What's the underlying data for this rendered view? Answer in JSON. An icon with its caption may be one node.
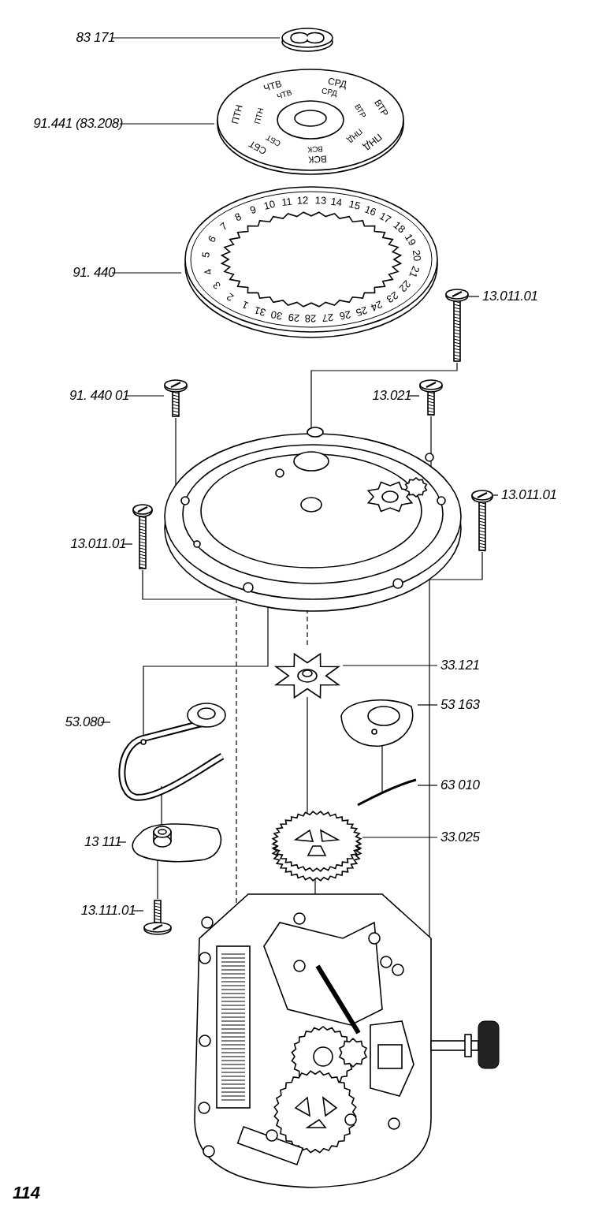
{
  "diagram": {
    "nodes": [
      {
        "text": [
          "83 171"
        ]
      },
      {
        "text": [],
        "shape": "picture"
      },
      {
        "text": [
          "91.441 (83.208)"
        ]
      },
      {
        "text": [
          "ЧТВ",
          "СРД",
          "ВТР",
          "ПНД",
          "ВСК",
          "СБТ",
          "ПТН",
          "ЧТВ",
          "СРД",
          "ВТР",
          "ПНД",
          "ВСК",
          "СБТ",
          "ПТН"
        ]
      },
      {
        "text": [
          "91. 440"
        ]
      },
      {
        "text": [
          "1",
          "2",
          "3",
          "4",
          "5",
          "6",
          "7",
          "8",
          "9",
          "10",
          "11",
          "12",
          "13",
          "14",
          "15",
          "16",
          "17",
          "18",
          "19",
          "20",
          "21",
          "22",
          "23",
          "24",
          "25",
          "26",
          "27",
          "28",
          "29",
          "30",
          "31"
        ]
      },
      {
        "text": [
          "13.011.01"
        ]
      },
      {
        "text": [],
        "shape": "picture"
      },
      {
        "text": [
          "91. 440 01"
        ]
      },
      {
        "text": [],
        "shape": "picture"
      },
      {
        "text": [
          "13.021"
        ]
      },
      {
        "text": [],
        "shape": "picture"
      },
      {
        "text": [],
        "shape": "picture"
      },
      {
        "text": [
          "13.011.01"
        ]
      },
      {
        "text": [],
        "shape": "picture"
      },
      {
        "text": [
          "13.011.01"
        ]
      },
      {
        "text": [],
        "shape": "picture"
      },
      {
        "text": [
          "33.121"
        ]
      },
      {
        "text": [],
        "shape": "picture"
      },
      {
        "text": [
          "53 163"
        ]
      },
      {
        "text": [],
        "shape": "picture"
      },
      {
        "text": [
          "53.080"
        ]
      },
      {
        "text": [],
        "shape": "picture"
      },
      {
        "text": [
          "63 010"
        ]
      },
      {
        "text": [],
        "shape": "picture"
      },
      {
        "text": [
          "13 111"
        ]
      },
      {
        "text": [],
        "shape": "picture"
      },
      {
        "text": [
          "33.025"
        ]
      },
      {
        "text": [],
        "shape": "picture"
      },
      {
        "text": [
          "13.111.01"
        ]
      },
      {
        "text": [],
        "shape": "picture"
      },
      {
        "text": [],
        "shape": "picture"
      }
    ],
    "edges": [
      {
        "from": 0,
        "to": 1,
        "arrow": "none"
      },
      {
        "from": 2,
        "to": 3,
        "arrow": "none"
      },
      {
        "from": 4,
        "to": 5,
        "arrow": "none"
      },
      {
        "from": 6,
        "to": 7,
        "arrow": "none"
      },
      {
        "from": 8,
        "to": 9,
        "arrow": "none"
      },
      {
        "from": 10,
        "to": 11,
        "arrow": "none"
      },
      {
        "from": 13,
        "to": 14,
        "arrow": "none"
      },
      {
        "from": 15,
        "to": 16,
        "arrow": "none"
      },
      {
        "from": 17,
        "to": 18,
        "arrow": "none"
      },
      {
        "from": 19,
        "to": 20,
        "arrow": "none"
      },
      {
        "from": 21,
        "to": 22,
        "arrow": "none"
      },
      {
        "from": 23,
        "to": 24,
        "arrow": "none"
      },
      {
        "from": 25,
        "to": 26,
        "arrow": "none"
      },
      {
        "from": 27,
        "to": 28,
        "arrow": "none"
      },
      {
        "from": 29,
        "to": 30,
        "arrow": "none"
      },
      {
        "from": 7,
        "to": 12,
        "arrow": "none"
      },
      {
        "from": 9,
        "to": 12,
        "arrow": "none"
      },
      {
        "from": 11,
        "to": 12,
        "arrow": "none"
      },
      {
        "from": 14,
        "to": 12,
        "arrow": "none"
      },
      {
        "from": 16,
        "to": 12,
        "arrow": "none"
      },
      {
        "from": 12,
        "to": 22,
        "arrow": "none"
      },
      {
        "from": 12,
        "to": 18,
        "arrow": "none",
        "style": "dashed"
      },
      {
        "from": 18,
        "to": 28,
        "arrow": "none"
      },
      {
        "from": 28,
        "to": 31,
        "arrow": "none"
      },
      {
        "from": 22,
        "to": 26,
        "arrow": "none"
      },
      {
        "from": 26,
        "to": 30,
        "arrow": "none"
      },
      {
        "from": 20,
        "to": 24,
        "arrow": "none"
      },
      {
        "from": 12,
        "to": 31,
        "arrow": "none",
        "style": "dashed"
      },
      {
        "from": 12,
        "to": 31,
        "arrow": "none"
      }
    ],
    "labels": [
      "114"
    ]
  }
}
